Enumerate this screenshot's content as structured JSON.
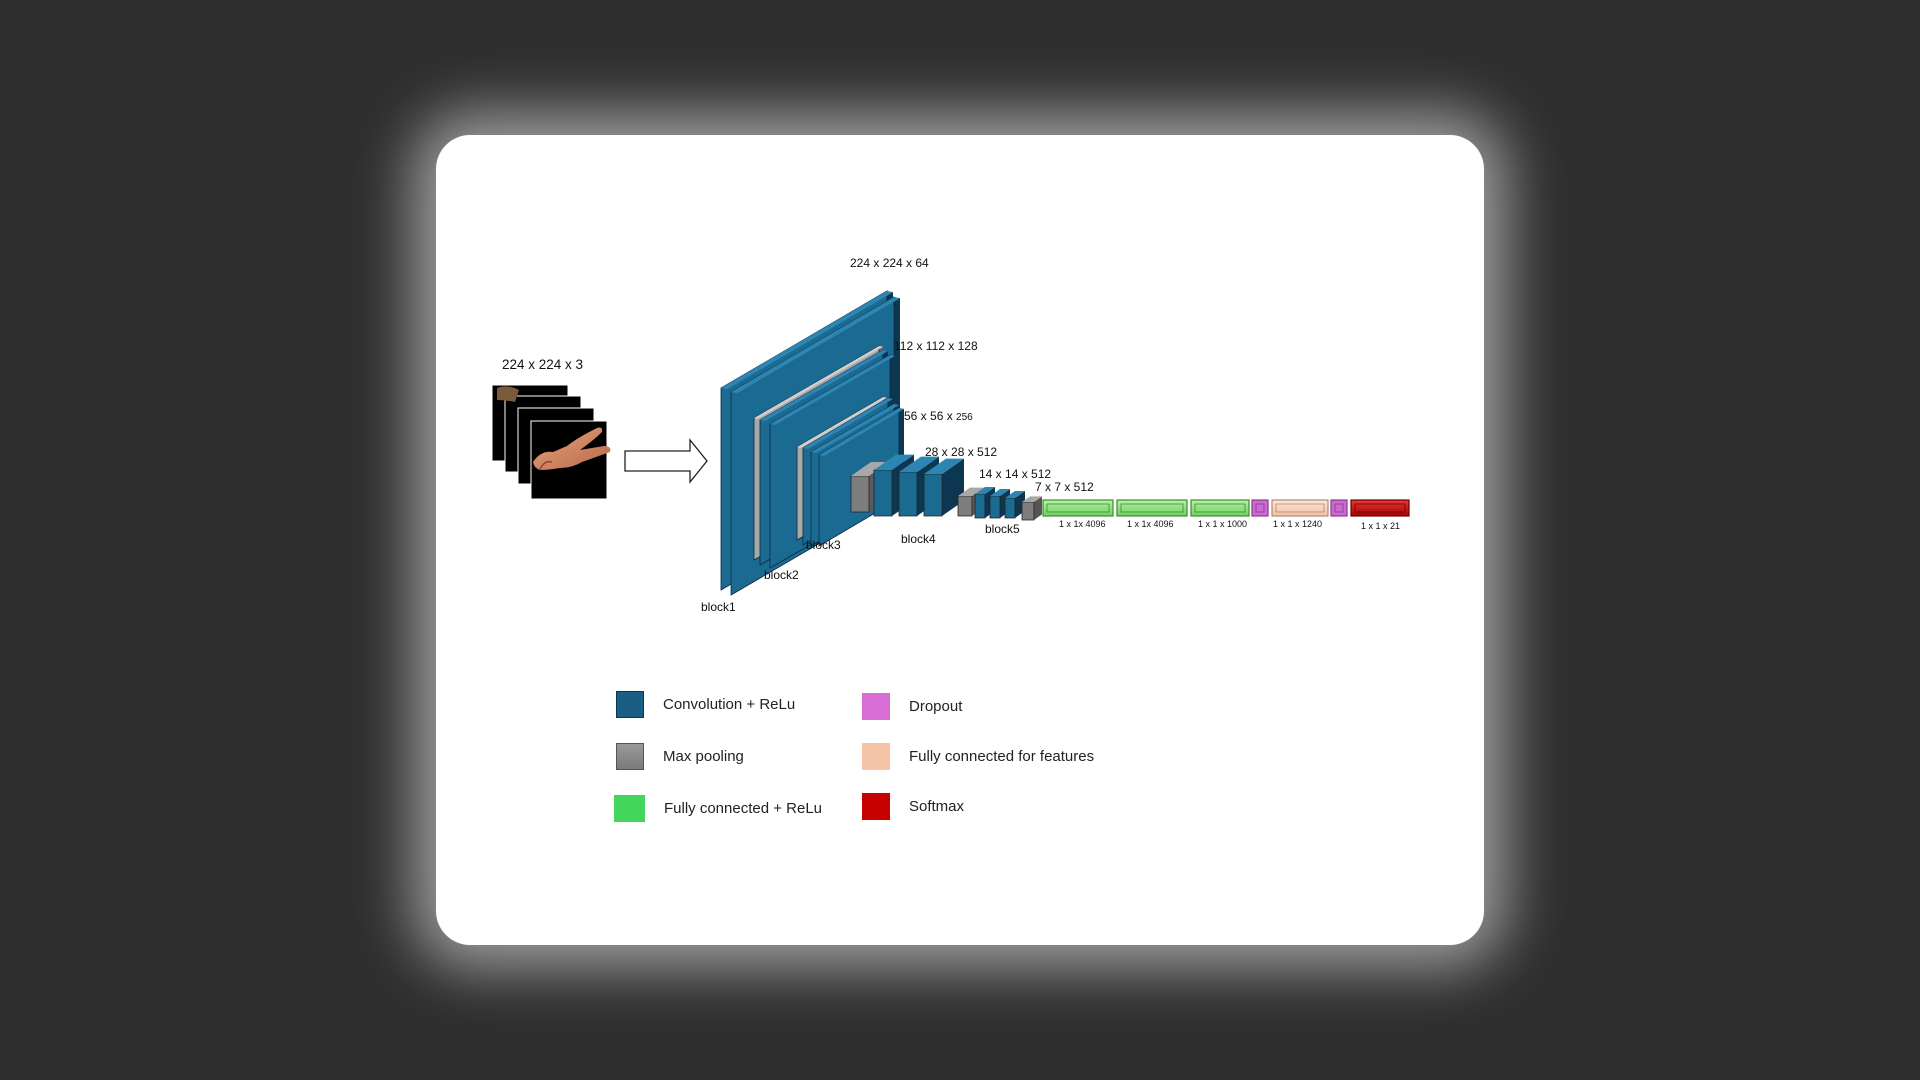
{
  "input": {
    "label": "224 x 224 x 3"
  },
  "dimension_labels": {
    "block1": "224 x 224 x 64",
    "block2": "112 x 112 x 128",
    "block3_a": "56 x 56 x ",
    "block3_b": "256",
    "block4": "28 x 28 x 512",
    "block5": "14 x 14 x 512",
    "pool5": "7 x 7 x 512",
    "fc1": "1 x 1x 4096",
    "fc2": "1 x 1x 4096",
    "fc3": "1 x 1 x 1000",
    "features": "1 x 1 x 1240",
    "softmax": "1 x 1 x 21"
  },
  "block_labels": {
    "block1": "block1",
    "block2": "block2",
    "block3": "block3",
    "block4": "block4",
    "block5": "block5"
  },
  "legend": {
    "items": [
      {
        "label": "Convolution + ReLu",
        "color": "#1b5e85"
      },
      {
        "label": "Max pooling",
        "color": "#8c8c8c"
      },
      {
        "label": "Fully connected + ReLu",
        "color": "#44d65a"
      },
      {
        "label": "Dropout",
        "color": "#d96fd6"
      },
      {
        "label": "Fully connected for features",
        "color": "#f5c3a6"
      },
      {
        "label": "Softmax",
        "color": "#c80000"
      }
    ]
  },
  "colors": {
    "conv_front": "#1b6a92",
    "conv_side": "#0d3650",
    "conv_top": "#2c85b3",
    "pool": "#8f8f8f",
    "fc_relu": "#8be07a",
    "dropout": "#c96bd0",
    "fc_features": "#f7d4bf",
    "softmax": "#c40f0f"
  }
}
